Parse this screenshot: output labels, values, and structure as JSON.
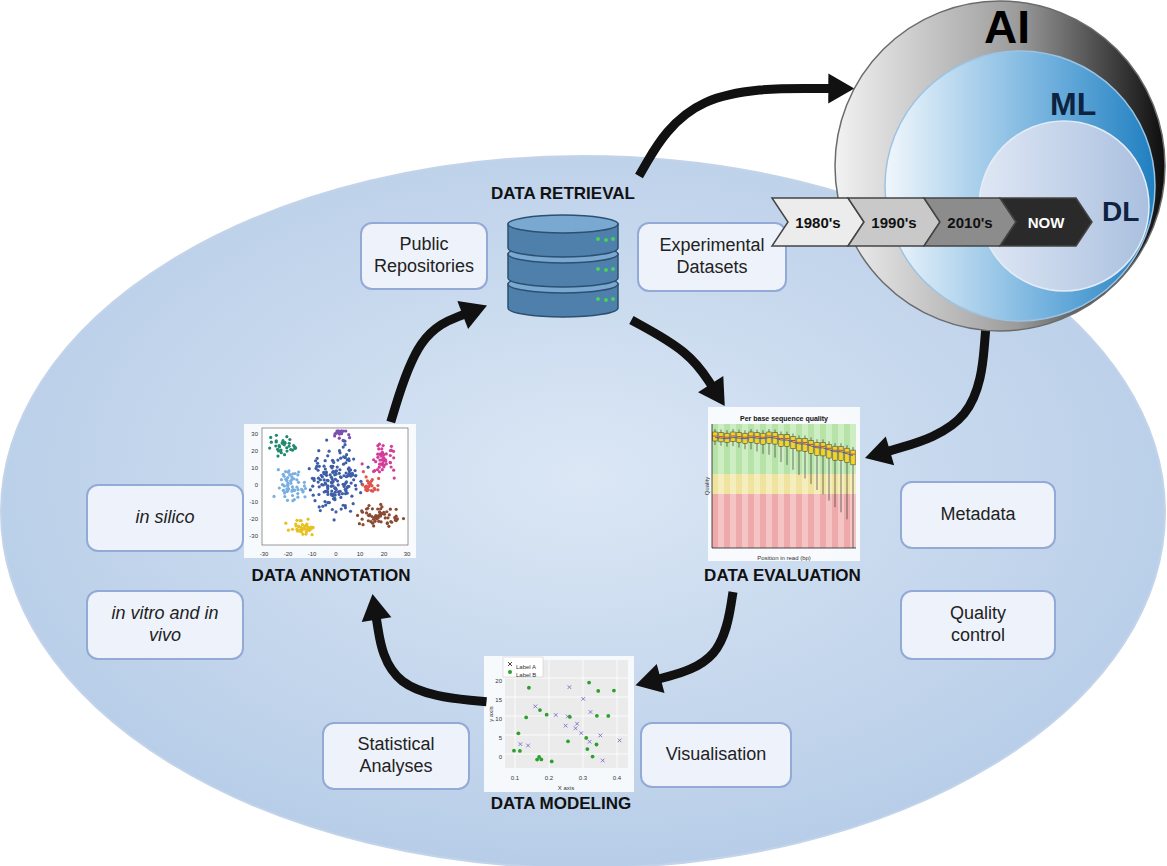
{
  "diagram": {
    "nodes": [
      {
        "text": [
          "DATA RETRIEVAL"
        ]
      },
      {
        "text": [
          "Public Repositories"
        ]
      },
      {
        "text": [
          "Experimental Datasets"
        ]
      },
      {
        "text": [
          "DATA EVALUATION"
        ]
      },
      {
        "text": [
          "Metadata"
        ]
      },
      {
        "text": [
          "Quality control"
        ]
      },
      {
        "text": [
          "DATA MODELING"
        ]
      },
      {
        "text": [
          "Statistical Analyses"
        ]
      },
      {
        "text": [
          "Visualisation"
        ]
      },
      {
        "text": [
          "DATA ANNOTATION"
        ]
      },
      {
        "text": [
          "in silico"
        ]
      },
      {
        "text": [
          "in vitro and in vivo"
        ]
      },
      {
        "text": [
          "AI"
        ]
      },
      {
        "text": [
          "ML"
        ],
        "in": 12
      },
      {
        "text": [
          "DL"
        ],
        "in": 13
      },
      {
        "text": [
          "1980's"
        ]
      },
      {
        "text": [
          "1990's"
        ]
      },
      {
        "text": [
          "2010's"
        ]
      },
      {
        "text": [
          "NOW"
        ]
      }
    ],
    "edges": [
      {
        "from": 0,
        "to": 3,
        "arrow": "to"
      },
      {
        "from": 3,
        "to": 6,
        "arrow": "to"
      },
      {
        "from": 6,
        "to": 9,
        "arrow": "to"
      },
      {
        "from": 9,
        "to": 0,
        "arrow": "to"
      },
      {
        "from": 0,
        "to": 12,
        "arrow": "to"
      },
      {
        "from": 12,
        "to": 3,
        "arrow": "to"
      }
    ],
    "labels": [
      "Per base sequence quality",
      "Quality",
      "Position in read (bp)",
      "30",
      "20",
      "10",
      "0",
      "-10",
      "-20",
      "-30",
      "-30",
      "-20",
      "-10",
      "0",
      "10",
      "20",
      "30",
      "Label A",
      "Label B",
      "y axis",
      "20",
      "15",
      "10",
      "5",
      "0",
      "0.1",
      "0.2",
      "0.3",
      "0.4",
      "X axis"
    ]
  }
}
